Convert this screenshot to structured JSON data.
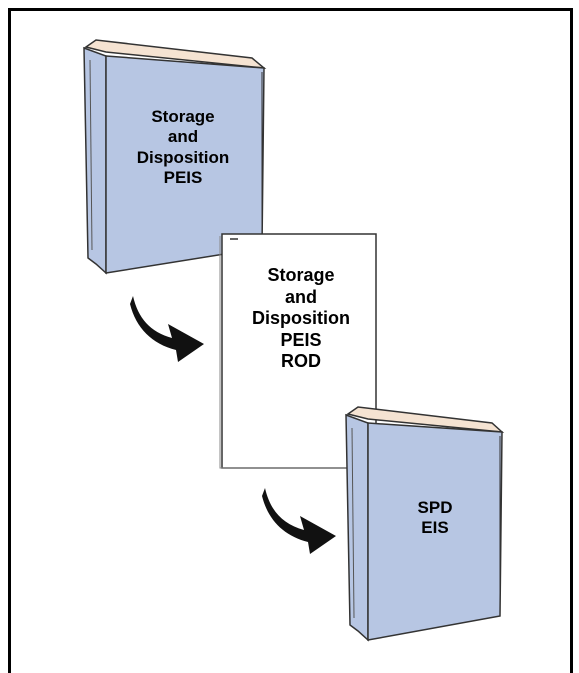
{
  "documents": {
    "peis": {
      "lines": [
        "Storage",
        "and",
        "Disposition",
        "PEIS"
      ]
    },
    "rod": {
      "lines": [
        "Storage",
        "and",
        "Disposition",
        "PEIS",
        "ROD"
      ]
    },
    "spd": {
      "lines": [
        "SPD",
        "EIS"
      ]
    }
  },
  "colors": {
    "book_cover": "#b7c6e3",
    "book_pages": "#f5e3d2",
    "paper": "#ffffff",
    "outline": "#222222",
    "arrow": "#111111"
  }
}
